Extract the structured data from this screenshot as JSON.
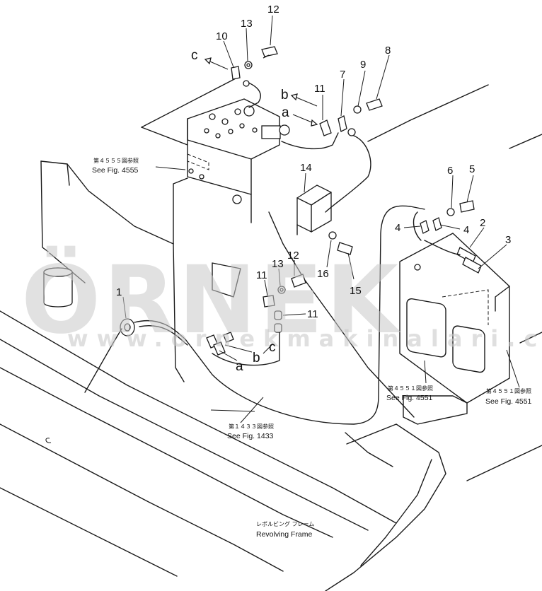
{
  "watermark": {
    "brand": "ÖRNEK",
    "url": "www.ornekmakinalari.com.tr",
    "color": "#c9c9c9"
  },
  "callouts": [
    "1",
    "2",
    "3",
    "4",
    "4",
    "5",
    "6",
    "7",
    "8",
    "9",
    "10",
    "11",
    "11",
    "11",
    "12",
    "12",
    "13",
    "13",
    "14",
    "15",
    "16"
  ],
  "connection_letters": [
    "a",
    "b",
    "c",
    "a",
    "b",
    "c"
  ],
  "refs": [
    {
      "jp": "第４５５５図参照",
      "en": "See Fig. 4555"
    },
    {
      "jp": "第１４３３図参照",
      "en": "See Fig. 1433"
    },
    {
      "jp": "第４５５１図参照",
      "en": "See Fig. 4551"
    },
    {
      "jp": "第４５５１図参照",
      "en": "See Fig. 4551"
    }
  ],
  "frame_label": {
    "jp": "レボルビング フレーム",
    "en": "Revolving Frame"
  }
}
